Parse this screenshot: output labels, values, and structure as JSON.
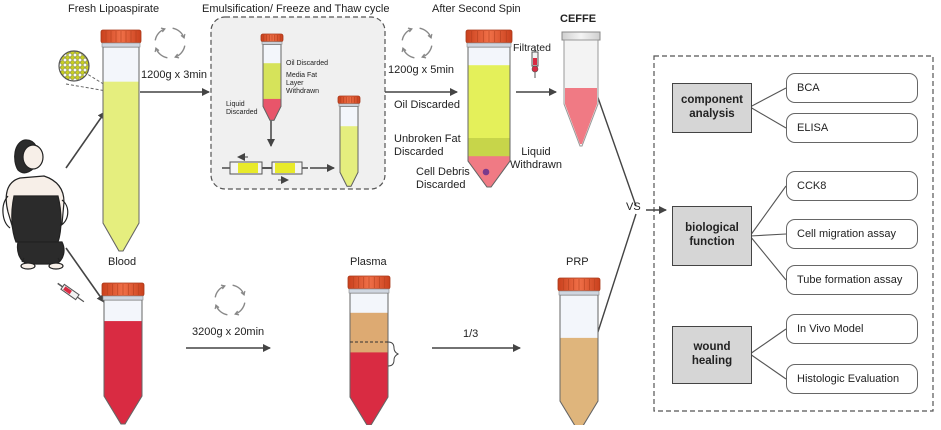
{
  "steps": {
    "fresh_lipoaspirate": "Fresh Lipoaspirate",
    "emulsification": "Emulsification/ Freeze and Thaw cycle",
    "after_second_spin": "After Second Spin",
    "ceffe": "CEFFE",
    "blood": "Blood",
    "plasma": "Plasma",
    "prp": "PRP"
  },
  "spins": {
    "lipo": "1200g x 3min",
    "second": "1200g x 5min",
    "blood": "3200g x 20min",
    "ratio": "1/3"
  },
  "emulsion_labels": {
    "oil_discarded": "Oil Discarded",
    "media_fat": "Media Fat\nLayer\nWithdrawn",
    "liquid_discarded": "Liquid\nDiscarded"
  },
  "spin_labels": {
    "filtrated": "Filtrated",
    "oil_discarded": "Oil Discarded",
    "unbroken_fat": "Unbroken Fat\nDiscarded",
    "liquid_withdrawn": "Liquid\nWithdrawn",
    "cell_debris": "Cell Debris\nDiscarded"
  },
  "vs": "VS",
  "evaluation": [
    {
      "category": "component\nanalysis",
      "items": [
        "BCA",
        "ELISA"
      ]
    },
    {
      "category": "biological\nfunction",
      "items": [
        "CCK8",
        "Cell migration assay",
        "Tube formation assay"
      ]
    },
    {
      "category": "wound\nhealing",
      "items": [
        "In Vivo Model",
        "Histologic Evaluation"
      ]
    }
  ],
  "colors": {
    "lipo_fluid": "#e5ee7e",
    "cap": "#e2572e",
    "blood": "#d92b42",
    "plasma": "#ddaa72",
    "prp": "#dfb57c",
    "ceffe_fluid": "#f07a84"
  }
}
